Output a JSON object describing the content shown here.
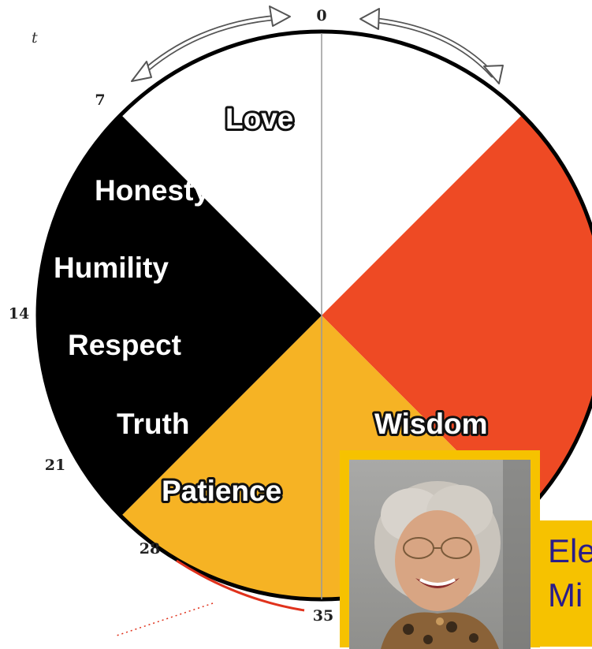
{
  "time_axis": {
    "variable": "t",
    "ticks": [
      "0",
      "7",
      "14",
      "21",
      "28",
      "35"
    ]
  },
  "wheel": {
    "quadrant_colors": {
      "top": "#ffffff",
      "right": "#ee4a24",
      "bottom": "#f6b324",
      "left": "#000000"
    },
    "values": [
      "Love",
      "Honesty",
      "Humility",
      "Respect",
      "Truth",
      "Wisdom",
      "Patience"
    ]
  },
  "caption": {
    "line1": "Ele",
    "line2": "Mi"
  },
  "accent_colors": {
    "frame": "#f6c200",
    "caption_text": "#2a1d8a",
    "marker": "#e0321c"
  }
}
